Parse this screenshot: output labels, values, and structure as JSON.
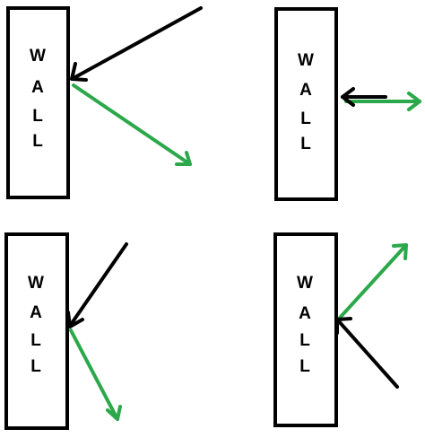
{
  "walls": [
    {
      "id": "top-left",
      "letters": [
        "W",
        "A",
        "L",
        "L"
      ]
    },
    {
      "id": "top-right",
      "letters": [
        "W",
        "A",
        "L",
        "L"
      ]
    },
    {
      "id": "bottom-left",
      "letters": [
        "W",
        "A",
        "L",
        "L"
      ]
    },
    {
      "id": "bottom-right",
      "letters": [
        "W",
        "A",
        "L",
        "L"
      ]
    }
  ],
  "colors": {
    "wall_border": "#000000",
    "incident_ray": "#000000",
    "reflected_ray": "#2aa84a"
  }
}
